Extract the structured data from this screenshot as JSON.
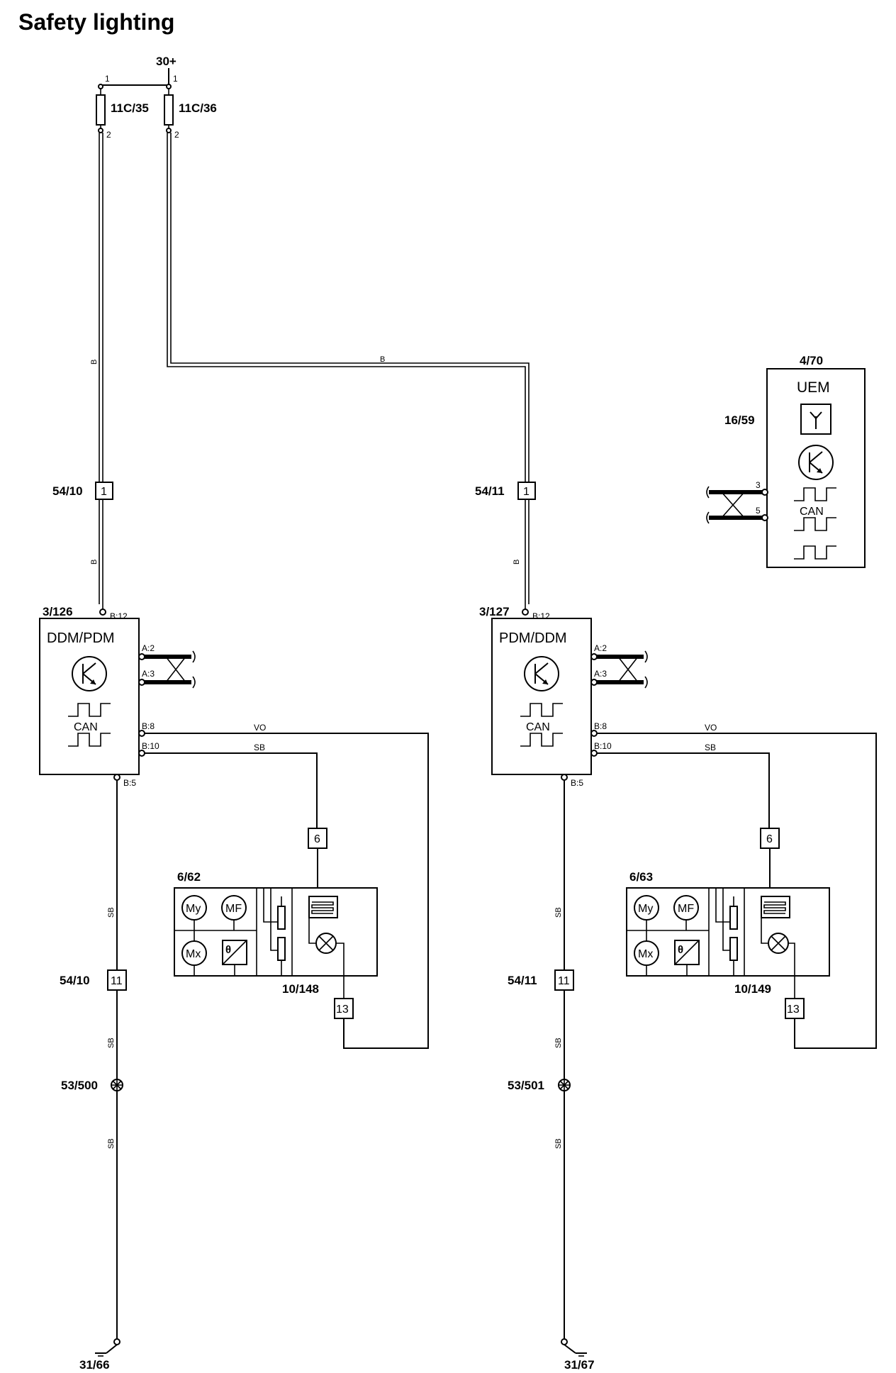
{
  "title": "Safety lighting",
  "supply": {
    "label": "30+",
    "pin_left": "1",
    "pin_right": "1"
  },
  "fuses": [
    {
      "id": "11C/35",
      "pin_top": "1",
      "pin_bottom": "2"
    },
    {
      "id": "11C/36",
      "pin_top": "1",
      "pin_bottom": "2"
    }
  ],
  "wire_colors": {
    "B": "B",
    "VO": "VO",
    "SB": "SB"
  },
  "uem": {
    "ref": "4/70",
    "name": "UEM",
    "antenna_ref": "16/59",
    "can_label": "CAN",
    "pin_a": "3",
    "pin_b": "5"
  },
  "left": {
    "connector_top": {
      "ref": "54/10",
      "pin": "1"
    },
    "module": {
      "ref": "3/126",
      "name": "DDM/PDM",
      "can_label": "CAN",
      "pin_supply": "B:12",
      "pin_can_a": "A:2",
      "pin_can_b": "A:3",
      "pin_vo": "B:8",
      "pin_sb": "B:10",
      "pin_gnd": "B:5"
    },
    "conn6": "6",
    "conn13": "13",
    "mirror": {
      "ref": "6/62",
      "lamp_ref": "10/148",
      "my": "My",
      "mf": "MF",
      "mx": "Mx",
      "theta": "θ"
    },
    "connector_bottom": {
      "ref": "54/10",
      "pin": "11"
    },
    "splice": "53/500",
    "ground": "31/66"
  },
  "right": {
    "connector_top": {
      "ref": "54/11",
      "pin": "1"
    },
    "module": {
      "ref": "3/127",
      "name": "PDM/DDM",
      "can_label": "CAN",
      "pin_supply": "B:12",
      "pin_can_a": "A:2",
      "pin_can_b": "A:3",
      "pin_vo": "B:8",
      "pin_sb": "B:10",
      "pin_gnd": "B:5"
    },
    "conn6": "6",
    "conn13": "13",
    "mirror": {
      "ref": "6/63",
      "lamp_ref": "10/149",
      "my": "My",
      "mf": "MF",
      "mx": "Mx",
      "theta": "θ"
    },
    "connector_bottom": {
      "ref": "54/11",
      "pin": "11"
    },
    "splice": "53/501",
    "ground": "31/67"
  }
}
